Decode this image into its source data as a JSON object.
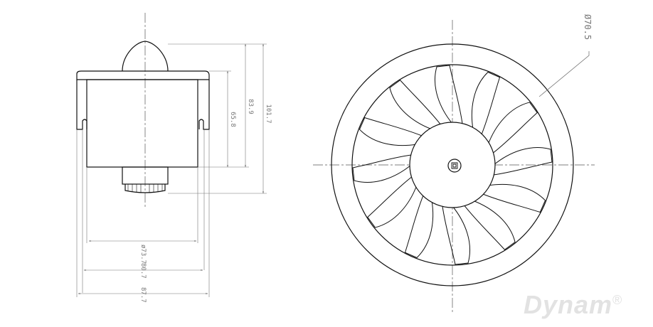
{
  "side_view": {
    "dimensions": {
      "height_shroud": "65.8",
      "height_to_spinner": "83.9",
      "overall_height": "101.7",
      "inner_diameter": "ø73.7",
      "shroud_width": "80.7",
      "overall_width": "87.7"
    }
  },
  "front_view": {
    "diameter_label": "Ø70.5",
    "blade_count": 12
  },
  "logo": {
    "text": "Dynam",
    "mark": "®"
  },
  "colors": {
    "line": "#111111",
    "dimension": "#777777",
    "logo": "#e2e2e2"
  }
}
